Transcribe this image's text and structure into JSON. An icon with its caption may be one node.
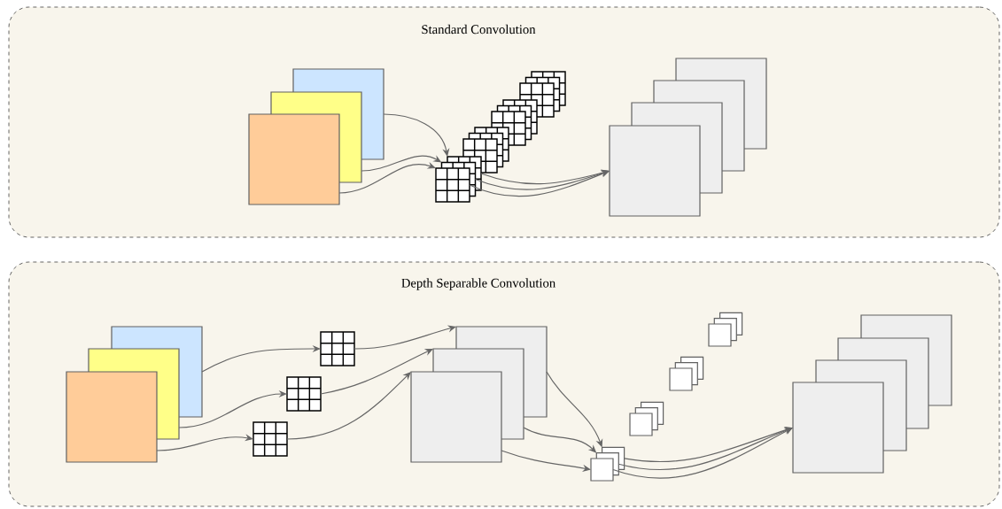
{
  "diagram": {
    "nodes": [
      {
        "text": [
          "Standard Convolution"
        ]
      },
      {
        "text": [],
        "shape": "box",
        "in": 0
      },
      {
        "text": [],
        "shape": "box",
        "in": 0
      },
      {
        "text": [],
        "shape": "box",
        "in": 0
      },
      {
        "text": [],
        "shape": "grid",
        "in": 0
      },
      {
        "text": [],
        "shape": "grid",
        "in": 0
      },
      {
        "text": [],
        "shape": "grid",
        "in": 0
      },
      {
        "text": [],
        "shape": "grid",
        "in": 0
      },
      {
        "text": [],
        "shape": "grid",
        "in": 0
      },
      {
        "text": [],
        "shape": "grid",
        "in": 0
      },
      {
        "text": [],
        "shape": "grid",
        "in": 0
      },
      {
        "text": [],
        "shape": "grid",
        "in": 0
      },
      {
        "text": [],
        "shape": "grid",
        "in": 0
      },
      {
        "text": [],
        "shape": "grid",
        "in": 0
      },
      {
        "text": [],
        "shape": "grid",
        "in": 0
      },
      {
        "text": [],
        "shape": "grid",
        "in": 0
      },
      {
        "text": [],
        "shape": "box",
        "in": 0
      },
      {
        "text": [],
        "shape": "box",
        "in": 0
      },
      {
        "text": [],
        "shape": "box",
        "in": 0
      },
      {
        "text": [],
        "shape": "box",
        "in": 0
      },
      {
        "text": [
          "Depth Separable Convolution"
        ]
      },
      {
        "text": [],
        "shape": "box",
        "in": 20
      },
      {
        "text": [],
        "shape": "box",
        "in": 20
      },
      {
        "text": [],
        "shape": "box",
        "in": 20
      },
      {
        "text": [],
        "shape": "grid",
        "in": 20
      },
      {
        "text": [],
        "shape": "grid",
        "in": 20
      },
      {
        "text": [],
        "shape": "grid",
        "in": 20
      },
      {
        "text": [],
        "shape": "box",
        "in": 20
      },
      {
        "text": [],
        "shape": "box",
        "in": 20
      },
      {
        "text": [],
        "shape": "box",
        "in": 20
      },
      {
        "text": [],
        "shape": "box",
        "in": 20
      },
      {
        "text": [],
        "shape": "box",
        "in": 20
      },
      {
        "text": [],
        "shape": "box",
        "in": 20
      },
      {
        "text": [],
        "shape": "box",
        "in": 20
      },
      {
        "text": [],
        "shape": "box",
        "in": 20
      },
      {
        "text": [],
        "shape": "box",
        "in": 20
      },
      {
        "text": [],
        "shape": "box",
        "in": 20
      },
      {
        "text": [],
        "shape": "box",
        "in": 20
      },
      {
        "text": [],
        "shape": "box",
        "in": 20
      },
      {
        "text": [],
        "shape": "box",
        "in": 20
      },
      {
        "text": [],
        "shape": "box",
        "in": 20
      },
      {
        "text": [],
        "shape": "box",
        "in": 20
      },
      {
        "text": [],
        "shape": "box",
        "in": 20
      },
      {
        "text": [],
        "shape": "box",
        "in": 20
      },
      {
        "text": [],
        "shape": "box",
        "in": 20
      },
      {
        "text": [],
        "shape": "box",
        "in": 20
      }
    ],
    "edges": [
      {
        "from": 1,
        "to": 13,
        "arrow": "to"
      },
      {
        "from": 2,
        "to": 14,
        "arrow": "to"
      },
      {
        "from": 3,
        "to": 15,
        "arrow": "to"
      },
      {
        "from": 13,
        "to": 19,
        "arrow": "to"
      },
      {
        "from": 14,
        "to": 19,
        "arrow": "to"
      },
      {
        "from": 15,
        "to": 19,
        "arrow": "to"
      },
      {
        "from": 21,
        "to": 24,
        "arrow": "to"
      },
      {
        "from": 22,
        "to": 25,
        "arrow": "to"
      },
      {
        "from": 23,
        "to": 26,
        "arrow": "to"
      },
      {
        "from": 24,
        "to": 27,
        "arrow": "to"
      },
      {
        "from": 25,
        "to": 28,
        "arrow": "to"
      },
      {
        "from": 26,
        "to": 29,
        "arrow": "to"
      },
      {
        "from": 27,
        "to": 39,
        "arrow": "to"
      },
      {
        "from": 28,
        "to": 40,
        "arrow": "to"
      },
      {
        "from": 29,
        "to": 41,
        "arrow": "to"
      },
      {
        "from": 39,
        "to": 45,
        "arrow": "to"
      },
      {
        "from": 40,
        "to": 45,
        "arrow": "to"
      },
      {
        "from": 41,
        "to": 45,
        "arrow": "to"
      }
    ]
  }
}
